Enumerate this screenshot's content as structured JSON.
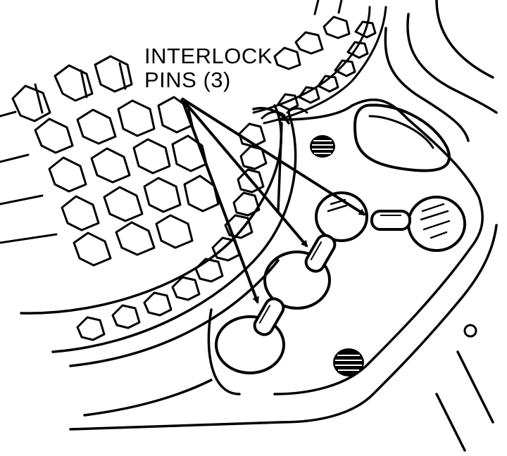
{
  "diagram": {
    "callout": {
      "line1": "INTERLOCK",
      "line2": "PINS (3)"
    },
    "ink_color": "#000000",
    "background_color": "#ffffff",
    "pin_count": 3
  }
}
